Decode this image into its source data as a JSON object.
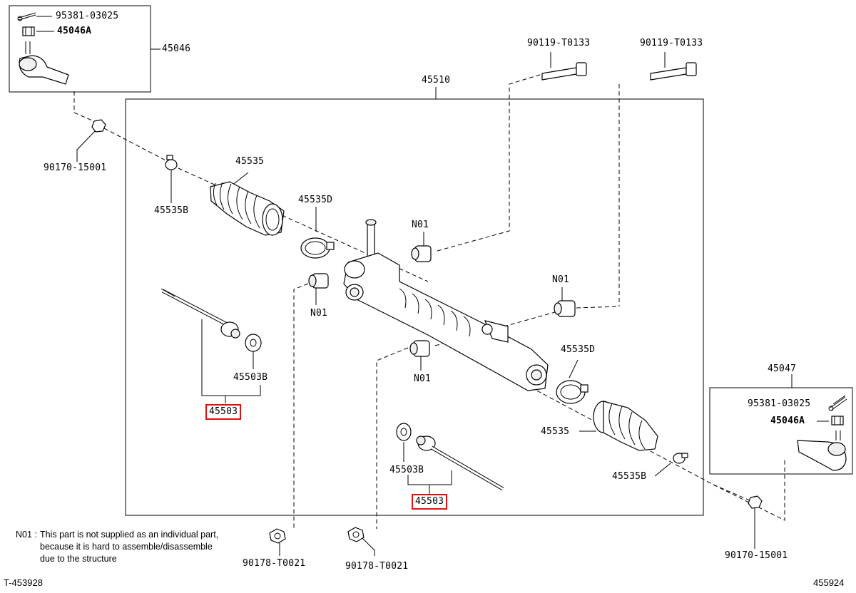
{
  "callouts": {
    "cotter_pin_top": "95381-03025",
    "nut_top": "45046A",
    "tie_rod_end_left": "45046",
    "bolt_left": "90119-T0133",
    "bolt_right": "90119-T0133",
    "rack_assembly": "45510",
    "nut_left": "90170-15001",
    "boot_left": "45535",
    "clamp_left": "45535B",
    "clip_left": "45535D",
    "bushing_a": "N01",
    "bushing_b": "N01",
    "bushing_c": "N01",
    "bushing_d": "N01",
    "washer_left": "45503B",
    "rod_left": "45503",
    "clip_right": "45535D",
    "boot_right": "45535",
    "washer_right": "45503B",
    "rod_right": "45503",
    "clamp_right": "45535B",
    "tie_rod_end_right": "45047",
    "cotter_pin_right": "95381-03025",
    "nut_right_box": "45046A",
    "nut_right": "90170-15001",
    "bolt_bottom_left": "90178-T0021",
    "bolt_bottom_right": "90178-T0021"
  },
  "note": {
    "code": "N01 :",
    "line1": "This part is not supplied as an individual part,",
    "line2": "because it is hard to assemble/disassemble",
    "line3": "due to the structure"
  },
  "footer": {
    "left": "T-453928",
    "right": "455924"
  },
  "highlight_color": "#e01010"
}
